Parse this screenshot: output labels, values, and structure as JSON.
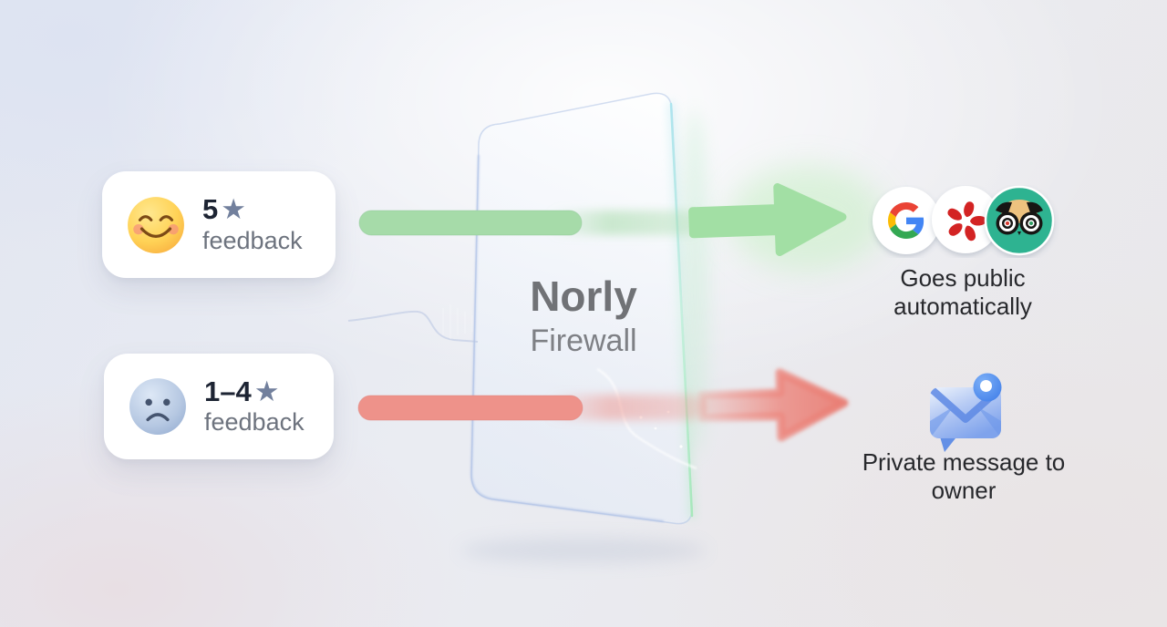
{
  "firewall": {
    "brand": "Norly",
    "subtitle": "Firewall"
  },
  "inputs": {
    "positive": {
      "rating": "5",
      "star": "★",
      "label": "feedback",
      "emoji": "smiling-face"
    },
    "negative": {
      "rating": "1–4",
      "star": "★",
      "label": "feedback",
      "emoji": "sad-face"
    }
  },
  "outcomes": {
    "public": {
      "caption": "Goes public automatically",
      "platforms": [
        {
          "name": "Google"
        },
        {
          "name": "Yelp"
        },
        {
          "name": "Tripadvisor"
        }
      ]
    },
    "private": {
      "caption": "Private message to owner",
      "icon": "message-with-notification"
    }
  },
  "colors": {
    "positive_flow": "#a6dba9",
    "negative_flow": "#ee928a",
    "star": "#72809d",
    "rating_text": "#1d2433",
    "label_text": "#6d737e",
    "brand_text": "#707276",
    "caption_text": "#27282c",
    "tripadvisor_green": "#2fb391",
    "yelp_red": "#d32323"
  }
}
